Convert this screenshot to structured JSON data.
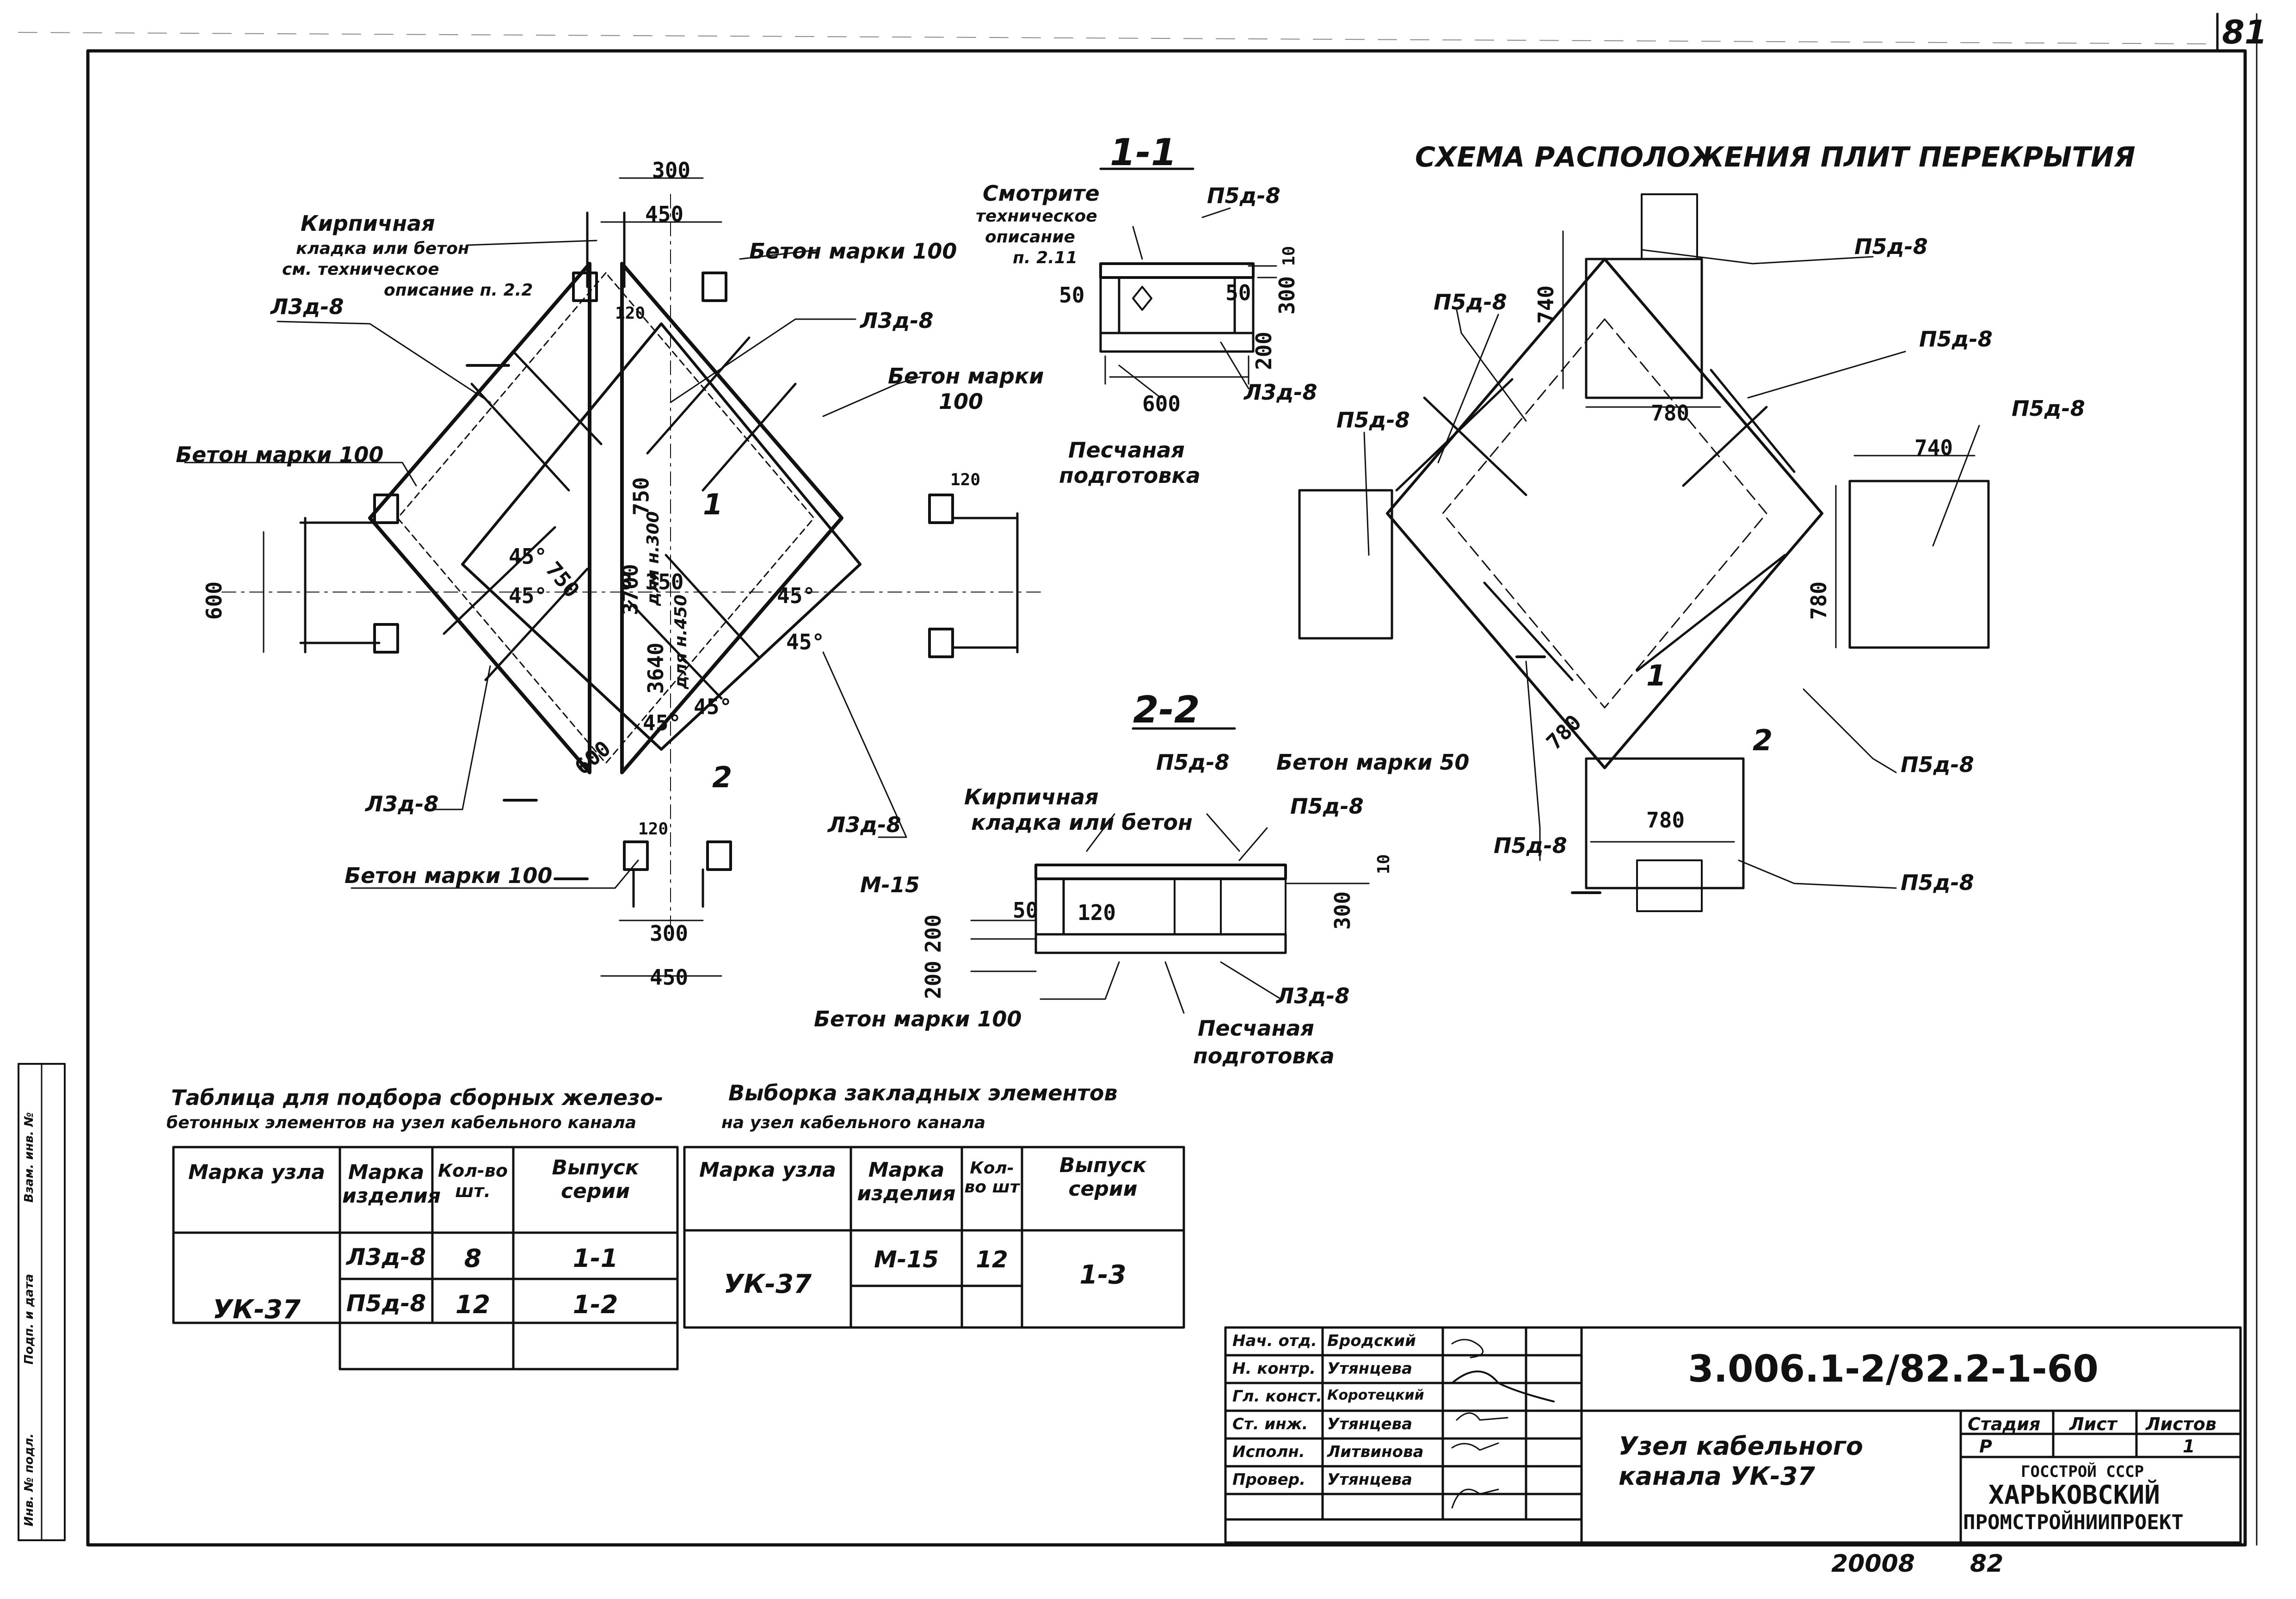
{
  "sheet": {
    "number": "81",
    "bottom_left": "20008",
    "bottom_right": "82"
  },
  "titles": {
    "section_1_1": "1-1",
    "section_2_2": "2-2",
    "slab_scheme": "СХЕМА РАСПОЛОЖЕНИЯ ПЛИТ ПЕРЕКРЫТИЯ"
  },
  "plan_labels": {
    "brick_1": "Кирпичная",
    "brick_2": "кладка или бетон",
    "brick_3": "см. техническое",
    "brick_4": "описание п. 2.2",
    "l3d8_tl": "Л3д-8",
    "l3d8_tr": "Л3д-8",
    "l3d8_bl": "Л3д-8",
    "l3d8_br": "Л3д-8",
    "concrete_top": "Бетон марки 100",
    "concrete_right_1": "Бетон марки",
    "concrete_right_2": "100",
    "concrete_left": "Бетон марки 100",
    "concrete_bottom": "Бетон марки 100",
    "d300_top": "300",
    "d450_top": "450",
    "d300_bot": "300",
    "d450_bot": "450",
    "d120_top": "120",
    "d120_right": "120",
    "d120_bot": "120",
    "d600_left": "600",
    "d600_inner": "600",
    "d750_a": "750",
    "d750_b": "750",
    "d3700": "3700",
    "d3700_note": "для н.300",
    "d3640": "3640",
    "d3640_note": "для н.450",
    "d3350": "3 350",
    "a45_1": "45°",
    "a45_2": "45°",
    "a45_3": "45°",
    "a45_4": "45°",
    "a45_5": "45°",
    "a45_6": "45°",
    "cut_1": "1",
    "cut_2": "2"
  },
  "section_1_1": {
    "see_1": "Смотрите",
    "see_2": "техническое",
    "see_3": "описание",
    "see_4": "п. 2.11",
    "p5d8": "П5д-8",
    "l3d8": "Л3д-8",
    "d50_l": "50",
    "d50_r": "50",
    "d300": "300",
    "d10": "10",
    "d200": "200",
    "d600": "600",
    "sand_1": "Песчаная",
    "sand_2": "подготовка"
  },
  "section_2_2": {
    "p5d8_a": "П5д-8",
    "p5d8_b": "П5д-8",
    "concrete50": "Бетон марки 50",
    "brick_1": "Кирпичная",
    "brick_2": "кладка или бетон",
    "m15": "М-15",
    "d50": "50",
    "d120": "120",
    "d200a": "200",
    "d200b": "200",
    "d300": "300",
    "d10": "10",
    "l3d8": "Л3д-8",
    "concrete100": "Бетон марки 100",
    "sand_1": "Песчаная",
    "sand_2": "подготовка"
  },
  "scheme_labels": {
    "p5d8_1": "П5д-8",
    "p5d8_2": "П5д-8",
    "p5d8_3": "П5д-8",
    "p5d8_4": "П5д-8",
    "p5d8_5": "П5д-8",
    "p5d8_6": "П5д-8",
    "p5d8_7": "П5д-8",
    "p5d8_8": "П5д-8",
    "d740_a": "740",
    "d740_b": "740",
    "d780_top": "780",
    "d780_right": "780",
    "d780_diag": "780",
    "d780_bot": "780",
    "cut_1": "1",
    "cut_2": "2"
  },
  "table1": {
    "title_1": "Таблица для подбора сборных железо-",
    "title_2": "бетонных элементов на узел кабельного канала",
    "headers": [
      "Марка узла",
      "Марка изделия",
      "Кол-во шт.",
      "Выпуск серии"
    ],
    "node": "УК-37",
    "rows": [
      {
        "item": "Л3д-8",
        "qty": "8",
        "series": "1-1"
      },
      {
        "item": "П5д-8",
        "qty": "12",
        "series": "1-2"
      }
    ]
  },
  "table2": {
    "title_1": "Выборка закладных элементов",
    "title_2": "на узел кабельного канала",
    "headers": [
      "Марка узла",
      "Марка изделия",
      "Кол-во шт",
      "Выпуск серии"
    ],
    "node": "УК-37",
    "item": "М-15",
    "qty": "12",
    "series": "1-3"
  },
  "title_block": {
    "roles": [
      "Нач. отд.",
      "Н. контр.",
      "Гл. конст.",
      "Ст. инж.",
      "Исполн.",
      "Провер."
    ],
    "names": [
      "Бродский",
      "Утянцева",
      "Коротецкий",
      "Утянцева",
      "Литвинова",
      "Утянцева"
    ],
    "code": "3.006.1-2/82.2-1-60",
    "name_1": "Узел кабельного",
    "name_2": "канала УК-37",
    "stage_h": "Стадия",
    "sheet_h": "Лист",
    "sheets_h": "Листов",
    "stage": "Р",
    "sheets": "1",
    "org_1": "ГОССТРОЙ СССР",
    "org_2": "ХАРЬКОВСКИЙ",
    "org_3": "ПРОМСТРОЙНИИПРОЕКТ"
  },
  "side_stamp": {
    "a": "Взам. инв. №",
    "b": "Подп. и дата",
    "c": "Инв. № подл."
  }
}
